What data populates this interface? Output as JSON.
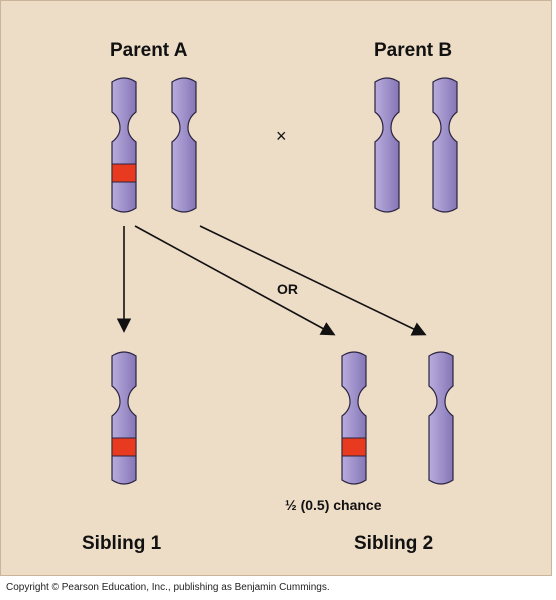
{
  "labels": {
    "parent_a": "Parent A",
    "parent_b": "Parent B",
    "cross_symbol": "×",
    "or": "OR",
    "chance": "½ (0.5) chance",
    "sibling_1": "Sibling 1",
    "sibling_2": "Sibling 2"
  },
  "copyright": "Copyright © Pearson Education, Inc., publishing as Benjamin Cummings.",
  "colors": {
    "background": "#eddcc6",
    "chromosome_fill": "#a89ad0",
    "chromosome_stroke": "#2a2440",
    "marker": "#e83a1e"
  }
}
